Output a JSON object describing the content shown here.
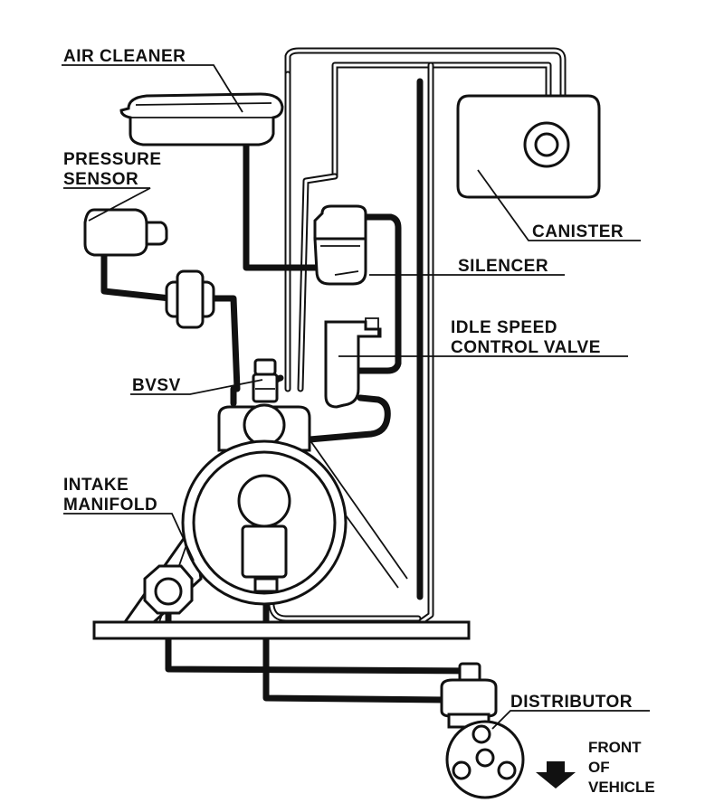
{
  "labels": {
    "air_cleaner": "AIR CLEANER",
    "pressure_sensor_1": "PRESSURE",
    "pressure_sensor_2": "SENSOR",
    "canister": "CANISTER",
    "silencer": "SILENCER",
    "isc_1": "IDLE SPEED",
    "isc_2": "CONTROL VALVE",
    "bvsv": "BVSV",
    "intake_1": "INTAKE",
    "intake_2": "MANIFOLD",
    "distributor": "DISTRIBUTOR",
    "front_1": "FRONT",
    "front_2": "OF",
    "front_3": "VEHICLE"
  },
  "icons": {
    "arrow": "down-arrow-icon"
  }
}
